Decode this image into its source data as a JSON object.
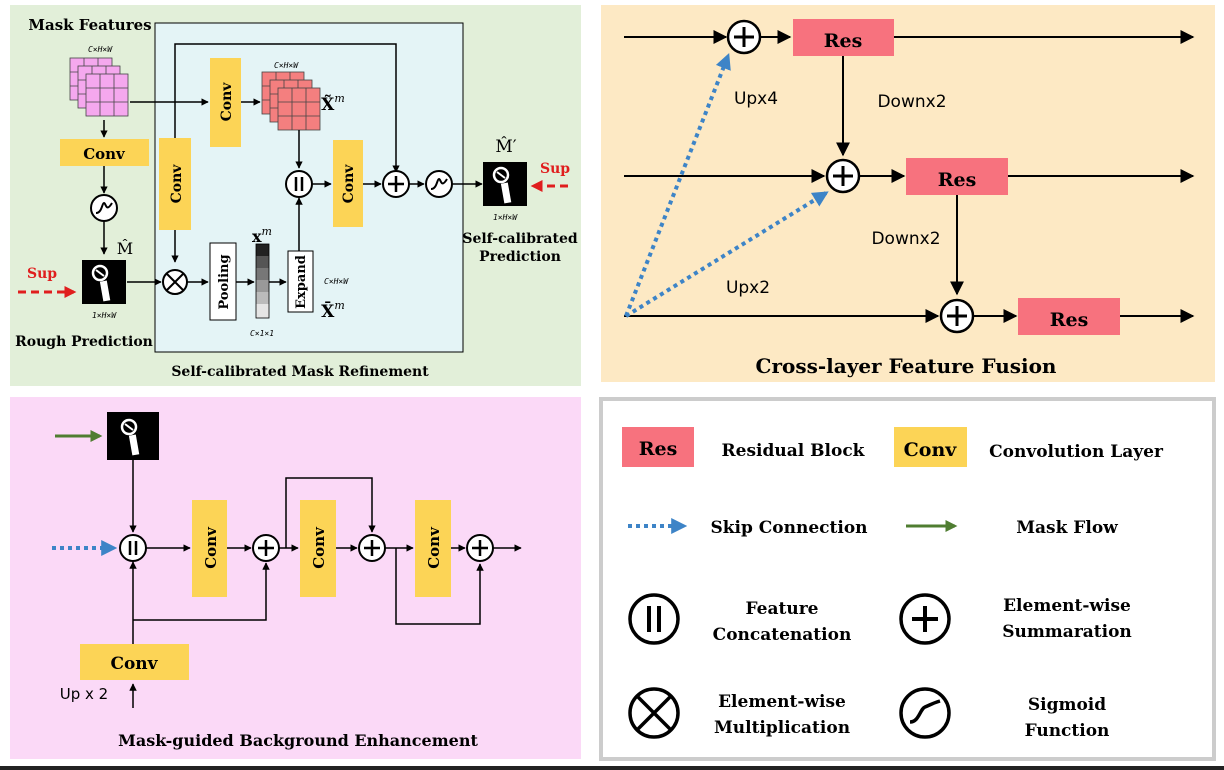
{
  "scmr": {
    "title": "Self-calibrated Mask Refinement",
    "mask_features": "Mask Features",
    "dim_chw": "C×H×W",
    "dim_c11": "C×1×1",
    "dim_1hw": "1×H×W",
    "conv": "Conv",
    "pooling": "Pooling",
    "expand": "Expand",
    "sup": "Sup",
    "rough_prediction": "Rough Prediction",
    "self_calibrated_1": "Self-calibrated",
    "self_calibrated_2": "Prediction",
    "xtilde": "X̃",
    "xbar": "X̄",
    "xsmall": "x",
    "mhat": "M̂",
    "mhatprime": "M̂′",
    "sup_m": "m"
  },
  "clff": {
    "title": "Cross-layer Feature Fusion",
    "res": "Res",
    "downx2": "Downx2",
    "upx4": "Upx4",
    "upx2": "Upx2"
  },
  "mgbe": {
    "title": "Mask-guided Background Enhancement",
    "conv": "Conv",
    "upx2": "Up x 2"
  },
  "legend": {
    "res": "Res",
    "residual_block": "Residual Block",
    "conv": "Conv",
    "convolution_layer": "Convolution Layer",
    "skip_connection": "Skip Connection",
    "mask_flow": "Mask Flow",
    "feature_1": "Feature",
    "feature_2": "Concatenation",
    "elem_sum_1": "Element-wise",
    "elem_sum_2": "Summaration",
    "elem_mul_1": "Element-wise",
    "elem_mul_2": "Multiplication",
    "sigmoid_1": "Sigmoid",
    "sigmoid_2": "Function"
  },
  "colors": {
    "scmr_bg": "#e2efd9",
    "inner_bg": "#e4f4f6",
    "clff_bg": "#fde9c4",
    "mgbe_bg": "#fbd9f7",
    "res_fill": "#f7727e",
    "conv_fill": "#fcd456",
    "blue": "#3d84c7",
    "green": "#4f7d31",
    "red": "#e01e1e"
  }
}
